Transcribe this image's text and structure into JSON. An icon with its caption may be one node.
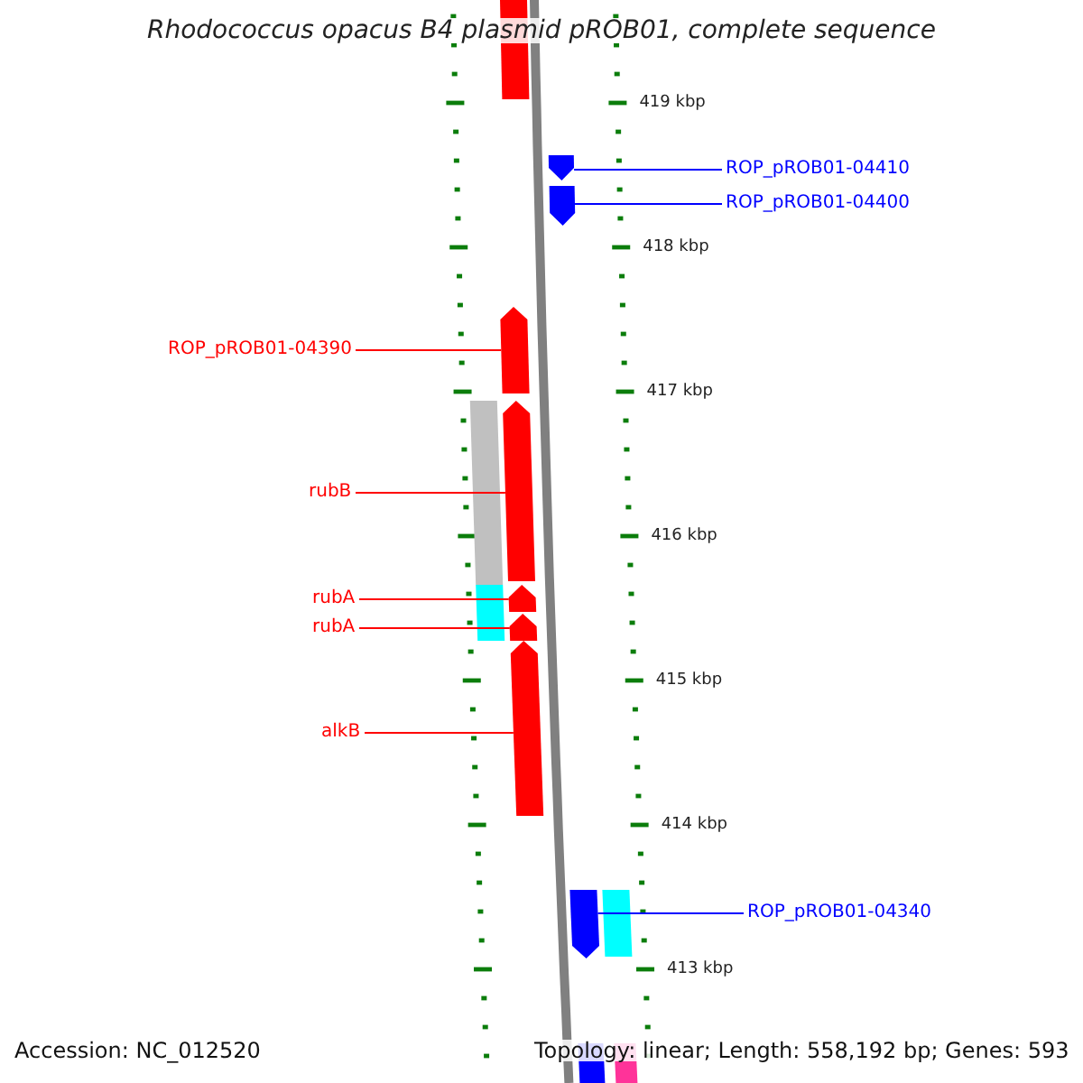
{
  "diagram": {
    "title": "Rhodococcus opacus B4 plasmid pROB01, complete sequence",
    "nodes": [
      {
        "text": [
          "ROP_pROB01-04410"
        ]
      },
      {
        "text": [
          "ROP_pROB01-04400"
        ]
      },
      {
        "text": [
          "ROP_pROB01-04390"
        ]
      },
      {
        "text": [
          "rubB"
        ]
      },
      {
        "text": [
          "rubA"
        ]
      },
      {
        "text": [
          "rubA"
        ]
      },
      {
        "text": [
          "alkB"
        ]
      },
      {
        "text": [
          "ROP_pROB01-04340"
        ]
      },
      {
        "text": [],
        "shape": "arrow"
      },
      {
        "text": [],
        "shape": "arrow"
      },
      {
        "text": [],
        "shape": "arrow"
      },
      {
        "text": [],
        "shape": "arrow"
      },
      {
        "text": [],
        "shape": "arrow"
      },
      {
        "text": [],
        "shape": "arrow"
      },
      {
        "text": [],
        "shape": "arrow"
      },
      {
        "text": [],
        "shape": "arrow"
      },
      {
        "text": [],
        "shape": "bar"
      },
      {
        "text": [],
        "shape": "bar"
      },
      {
        "text": [],
        "shape": "bar"
      },
      {
        "text": [],
        "shape": "bar"
      },
      {
        "text": [],
        "shape": "bar"
      },
      {
        "text": [],
        "shape": "bar"
      }
    ],
    "edges": [
      {
        "from": 0,
        "to": 8,
        "arrow": "none",
        "color": "#0000ff"
      },
      {
        "from": 1,
        "to": 9,
        "arrow": "none",
        "color": "#0000ff"
      },
      {
        "from": 2,
        "to": 10,
        "arrow": "none"
      },
      {
        "from": 3,
        "to": 11,
        "arrow": "none"
      },
      {
        "from": 4,
        "to": 12,
        "arrow": "none"
      },
      {
        "from": 5,
        "to": 13,
        "arrow": "none"
      },
      {
        "from": 6,
        "to": 14,
        "arrow": "none"
      },
      {
        "from": 7,
        "to": 15,
        "arrow": "none",
        "color": "#0000ff"
      }
    ],
    "labels": [
      "419 kbp",
      "418 kbp",
      "417 kbp",
      "416 kbp",
      "415 kbp",
      "414 kbp",
      "413 kbp",
      "Accession: NC_012520",
      "Topology: linear; Length: 558,192 bp; Genes: 593"
    ]
  }
}
